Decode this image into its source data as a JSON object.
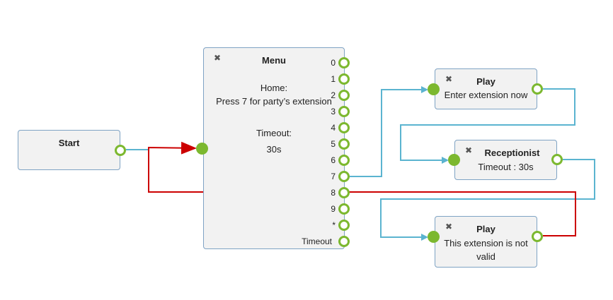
{
  "nodes": {
    "start": {
      "title": "Start"
    },
    "menu": {
      "title": "Menu",
      "body": [
        "Home:",
        "Press 7 for party’s extension",
        "",
        "Timeout:",
        "30s"
      ],
      "ports": [
        "0",
        "1",
        "2",
        "3",
        "4",
        "5",
        "6",
        "7",
        "8",
        "9",
        "*",
        "Timeout"
      ]
    },
    "play1": {
      "title": "Play",
      "body": "Enter extension now"
    },
    "receptionist": {
      "title": "Receptionist",
      "body": "Timeout : 30s"
    },
    "play2": {
      "title": "Play",
      "body": [
        "This extension is not",
        "valid"
      ]
    }
  },
  "icons": {
    "close": "close-icon"
  },
  "colors": {
    "link": "#5bb4d0",
    "active_link": "#cc0000",
    "port": "#7cb82f",
    "node_bg": "#f2f2f2",
    "node_border": "#7fa3c4"
  }
}
